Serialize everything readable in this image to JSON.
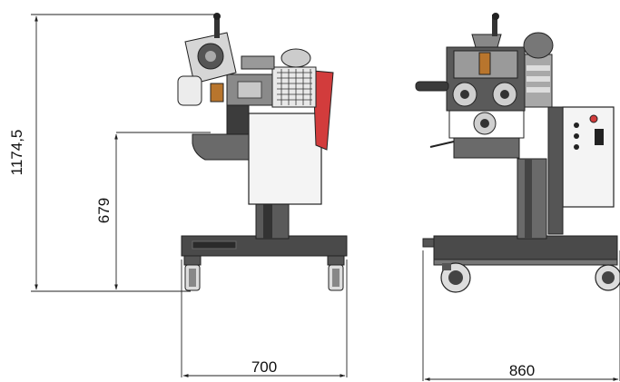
{
  "dimensions": {
    "total_height": "1174,5",
    "table_height": "679",
    "side_width": "700",
    "front_width": "860"
  },
  "colors": {
    "line": "#222222",
    "dark": "#3a3a3a",
    "mid": "#7a7a7a",
    "light": "#bdbdbd",
    "panel": "#f4f4f4",
    "accent_red": "#d23c3c",
    "copper": "#b8752d"
  },
  "views": [
    "side-view",
    "front-view"
  ]
}
